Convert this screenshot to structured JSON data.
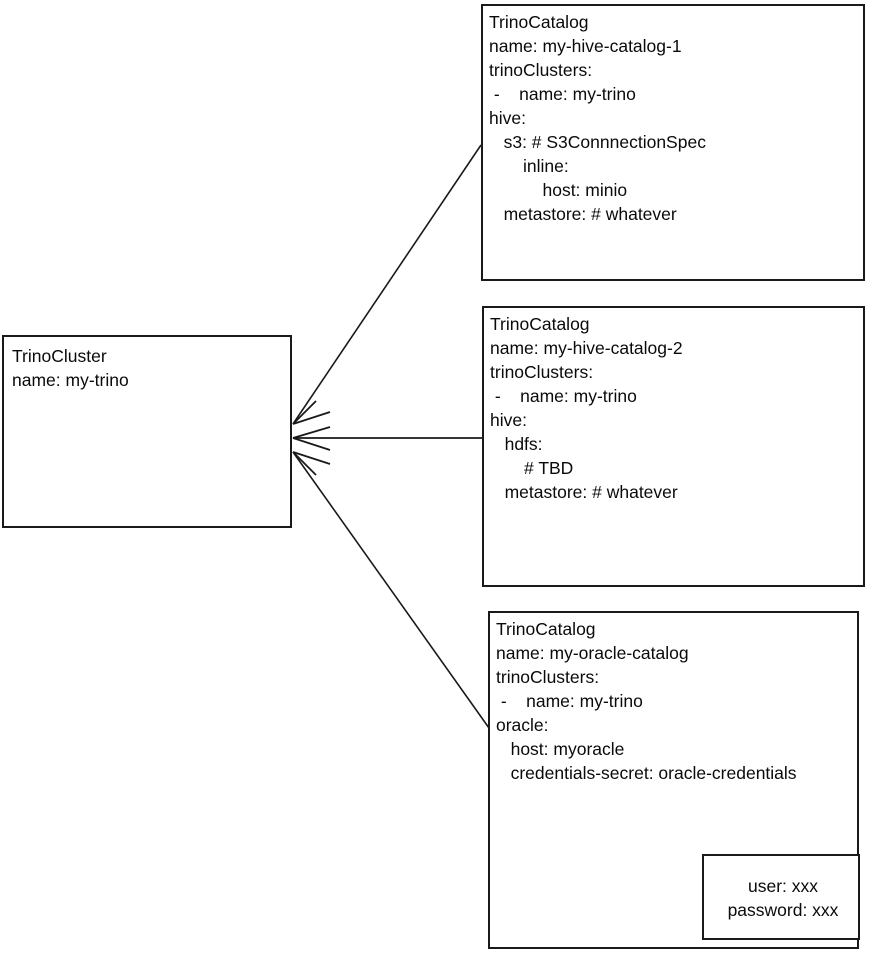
{
  "diagram": {
    "type": "entity-relationship-sketch",
    "title_absent": true,
    "stroke_color": "#1a1a1a",
    "background_color": "#ffffff",
    "text_color": "#0a0a0a"
  },
  "cluster_box": {
    "kind_label": "TrinoCluster",
    "lines": [
      "TrinoCluster",
      "name: my-trino"
    ]
  },
  "catalog_boxes": [
    {
      "kind_label": "TrinoCatalog",
      "name": "my-hive-catalog-1",
      "lines": [
        "TrinoCatalog",
        "name: my-hive-catalog-1",
        "trinoClusters:",
        " -    name: my-trino",
        "hive:",
        "   s3: # S3ConnnectionSpec",
        "       inline:",
        "           host: minio",
        "   metastore: # whatever"
      ]
    },
    {
      "kind_label": "TrinoCatalog",
      "name": "my-hive-catalog-2",
      "lines": [
        "TrinoCatalog",
        "name: my-hive-catalog-2",
        "trinoClusters:",
        " -    name: my-trino",
        "hive:",
        "   hdfs:",
        "       # TBD",
        "   metastore: # whatever"
      ]
    },
    {
      "kind_label": "TrinoCatalog",
      "name": "my-oracle-catalog",
      "lines": [
        "TrinoCatalog",
        "name: my-oracle-catalog",
        "trinoClusters:",
        " -    name: my-trino",
        "oracle:",
        "   host: myoracle",
        "   credentials-secret: oracle-credentials"
      ]
    }
  ],
  "credentials_box": {
    "lines": [
      "user: xxx",
      "password: xxx"
    ]
  },
  "edges": [
    {
      "from": "catalog-1",
      "to": "cluster",
      "style": "diagonal-up"
    },
    {
      "from": "catalog-2",
      "to": "cluster",
      "style": "horizontal"
    },
    {
      "from": "catalog-3",
      "to": "cluster",
      "style": "diagonal-down"
    },
    {
      "from": "credentials-secret-ref",
      "to": "credentials-box",
      "style": "short-arrow"
    }
  ]
}
